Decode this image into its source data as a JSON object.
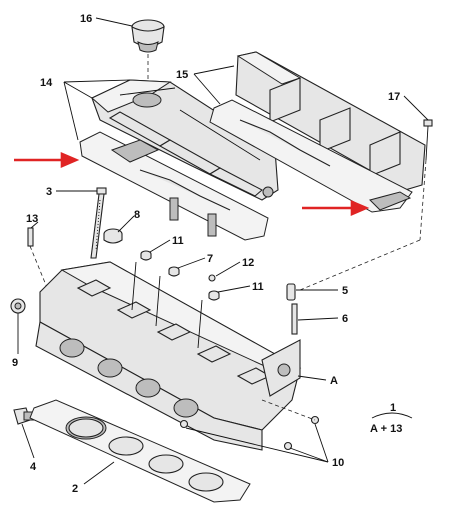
{
  "callouts": {
    "c16": "16",
    "c14": "14",
    "c15": "15",
    "c17": "17",
    "c3": "3",
    "c8": "8",
    "c13": "13",
    "c11a": "11",
    "c7": "7",
    "c12": "12",
    "c11b": "11",
    "c5": "5",
    "c6": "6",
    "c9": "9",
    "cA": "A",
    "c4": "4",
    "c10": "10",
    "c2": "2"
  },
  "kit_note": {
    "number": "1",
    "formula": "A + 13"
  },
  "colors": {
    "highlight_arrow": "#e02424",
    "part_fill": "#e6e6e6",
    "outline": "#222222"
  }
}
